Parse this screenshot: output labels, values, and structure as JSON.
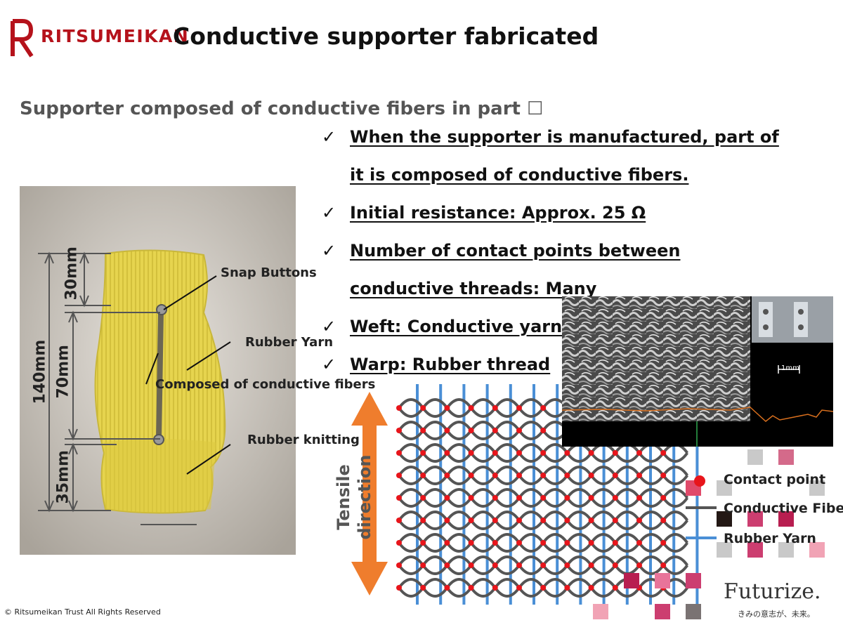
{
  "header": {
    "brand": "RITSUMEIKAN",
    "title": "Conductive supporter fabricated"
  },
  "subtitle": "Supporter composed of conductive fibers in part ☐",
  "bullets": [
    "When the supporter is manufactured, part of it is composed of conductive fibers.",
    "Initial resistance: Approx. 25 Ω",
    "Number of contact points between conductive threads: Many",
    "Weft: Conductive yarn",
    "Warp: Rubber thread"
  ],
  "bullet_mark": "✓",
  "photo": {
    "labels": {
      "snap": "Snap Buttons",
      "rubber_yarn": "Rubber Yarn",
      "composed": "Composed of conductive fibers",
      "rubber_knitting": "Rubber knitting"
    },
    "dims": {
      "total": "140mm",
      "top": "30mm",
      "middle": "70mm",
      "bottom": "35mm"
    }
  },
  "diagram": {
    "tensile_line1": "Tensile",
    "tensile_line2": "direction",
    "scale": "1mm"
  },
  "legend": {
    "contact": "Contact point",
    "conductive": "Conductive Fiber",
    "rubber": "Rubber Yarn"
  },
  "colors": {
    "brand": "#b5121b",
    "rubber_yarn": "#4a8fd6",
    "conductive": "#555555",
    "contact": "#e8151b",
    "arrow": "#ef7d2d"
  },
  "footer": {
    "futurize": "Futurize.",
    "futurize_sub": "きみの意志が、未来。",
    "copyright": "© Ritsumeikan Trust All Rights Reserved"
  }
}
